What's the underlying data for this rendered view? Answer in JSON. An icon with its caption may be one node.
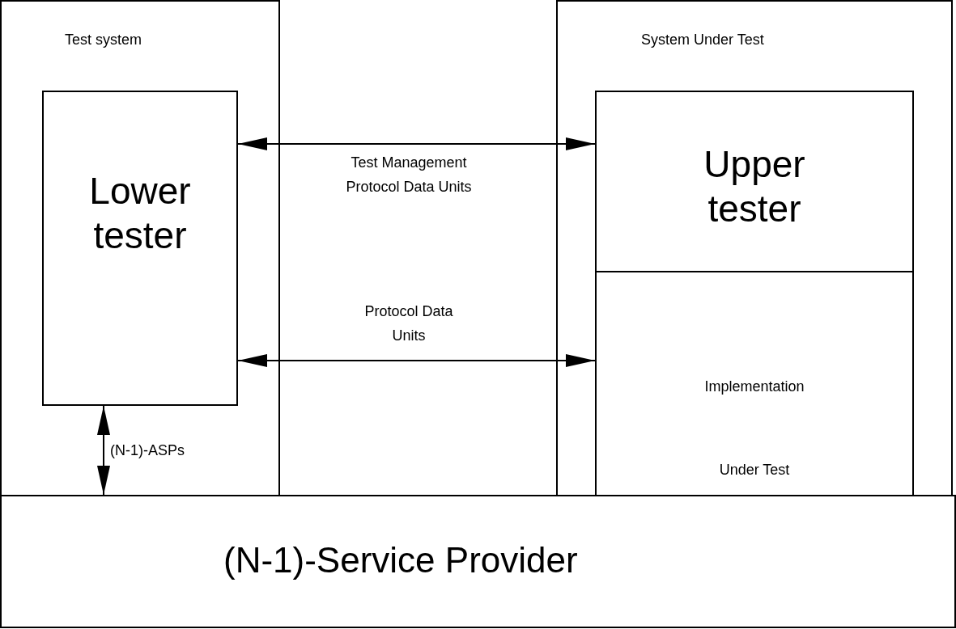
{
  "diagram": {
    "nodes": [
      {
        "text": [
          "Test system"
        ]
      },
      {
        "text": [
          "Lower tester"
        ],
        "in": 0
      },
      {
        "text": [
          "System Under Test"
        ]
      },
      {
        "text": [
          "Upper tester"
        ],
        "in": 2
      },
      {
        "text": [
          "Implementation Under Test"
        ],
        "in": 2
      },
      {
        "text": [
          "(N-1)-Service Provider"
        ]
      }
    ],
    "edges": [
      {
        "from": 1,
        "to": 3,
        "arrow": "both",
        "label": "Test Management Protocol Data Units"
      },
      {
        "from": 1,
        "to": 4,
        "arrow": "both",
        "label": "Protocol Data Units"
      },
      {
        "from": 1,
        "to": 5,
        "arrow": "both",
        "label": "(N-1)-ASPs"
      }
    ]
  }
}
